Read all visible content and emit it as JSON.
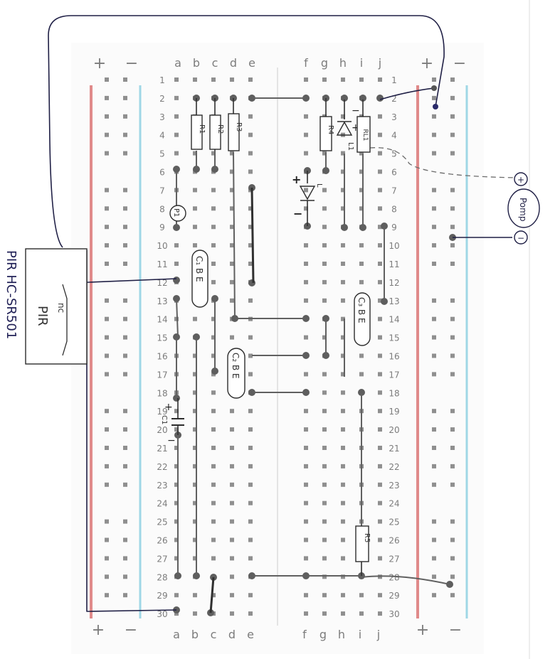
{
  "board": {
    "columns_left": [
      "a",
      "b",
      "c",
      "d",
      "e"
    ],
    "columns_right": [
      "f",
      "g",
      "h",
      "i",
      "j"
    ],
    "column_labels_bottom_left": [
      "a",
      "b",
      "c",
      "d",
      "e"
    ],
    "column_labels_bottom_right": [
      "f",
      "g",
      "h",
      "i",
      "j"
    ],
    "row_numbers": [
      "1",
      "2",
      "3",
      "4",
      "5",
      "6",
      "7",
      "8",
      "9",
      "10",
      "11",
      "12",
      "13",
      "14",
      "15",
      "16",
      "17",
      "18",
      "19",
      "20",
      "21",
      "22",
      "23",
      "24",
      "25",
      "26",
      "27",
      "28",
      "29",
      "30"
    ],
    "rail_plus": "+",
    "rail_minus": "−"
  },
  "components": {
    "r1": "R1",
    "r2": "R2",
    "r3": "R3",
    "r4": "R4",
    "r5": "R5",
    "l1": "L1",
    "led": "L",
    "c1": "C1",
    "p1": "P1",
    "ic1": "C₁ B E",
    "ic2": "C₂ B E",
    "ic3": "C₃ B E",
    "pir_title": "PIR",
    "pir_nc": "nc",
    "pir_model": "PIR  HC-SR501",
    "pump": "Pomp",
    "pump_plus": "+",
    "pump_minus": "−",
    "mark_plus": "+",
    "mark_minus": "−"
  },
  "colors": {
    "rail_red": "#e08a8a",
    "rail_blue": "#9fd7e6",
    "wire": "#1f1f45",
    "component": "#3a3a3a",
    "hole": "#8f8f8f"
  }
}
